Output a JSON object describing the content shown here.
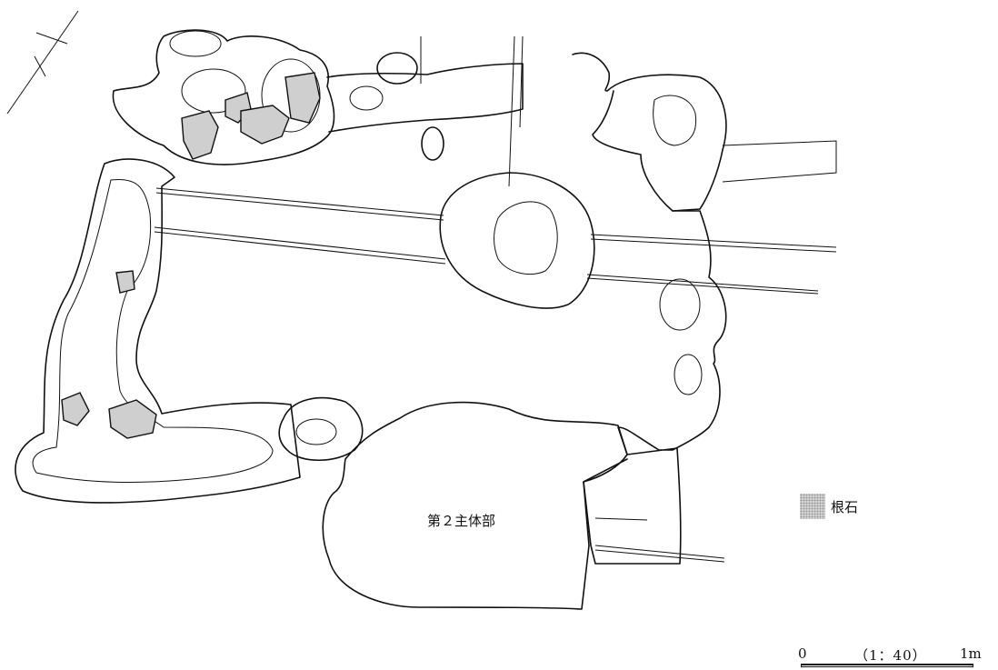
{
  "main_feature_label": "第２主体部",
  "legend": {
    "stone_label": "根石"
  },
  "scale": {
    "zero": "0",
    "ratio": "（1：40）",
    "end": "1m"
  },
  "north_arrow": "north-arrow-icon"
}
